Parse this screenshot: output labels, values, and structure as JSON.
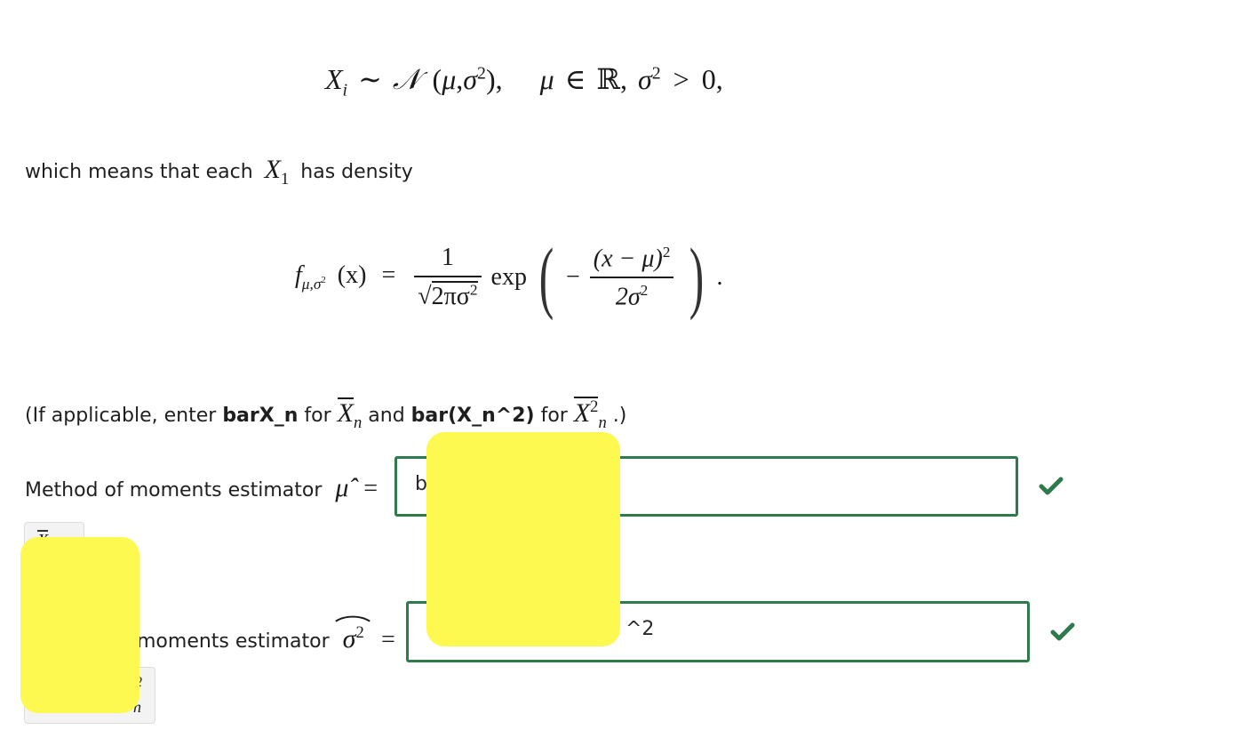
{
  "formulas": {
    "distribution": {
      "lhs": "X",
      "lhs_sub": "i",
      "sim": "∼",
      "calN": "𝒩",
      "args_open": "(",
      "mu": "μ",
      "comma": ",",
      "sigma": "σ",
      "sq": "2",
      "args_close": ")",
      "trail_comma": ",",
      "mu2": "μ",
      "in": "∈",
      "reals": "ℝ",
      "comma2": ",",
      "sigma2": "σ",
      "sq2": "2",
      "gt": ">",
      "zero": "0,"
    },
    "density": {
      "f": "f",
      "f_sub": "μ,σ",
      "f_sub_sq": "2",
      "arg": "(x)",
      "eq": "=",
      "num": "1",
      "sqrt": "√",
      "den_body": "2πσ",
      "den_sq": "2",
      "exp": "exp",
      "minus": "−",
      "inner_num": "(x − μ)",
      "inner_num_sq": "2",
      "inner_den": "2σ",
      "inner_den_sq": "2",
      "period": "."
    }
  },
  "paragraphs": {
    "density_intro_before": "which means that each",
    "density_var": "X",
    "density_var_sub": "1",
    "density_intro_after": "has density",
    "instruction_prefix": "(If applicable, enter ",
    "instruction_bold1": "barX_n",
    "instruction_for1": " for ",
    "instruction_xbar": "X",
    "instruction_xbar_sub": "n",
    "instruction_and": " and ",
    "instruction_bold2": "bar(X_n^2)",
    "instruction_for2": " for ",
    "instruction_x2bar": "X",
    "instruction_x2bar_sup": "2",
    "instruction_x2bar_sub": "n",
    "instruction_suffix": " .)"
  },
  "questions": [
    {
      "label": "Method of moments estimator",
      "symbol": "μ̂",
      "eq": "=",
      "answer_visible": "b",
      "status": "correct"
    },
    {
      "label": "moments estimator",
      "symbol": "σ",
      "symbol_sup": "2",
      "eq": "=",
      "answer_visible": "^2",
      "status": "correct"
    }
  ],
  "preview_fragments": {
    "top_glyph": "X",
    "bottom_sup": "2",
    "bottom_sub": "n"
  },
  "colors": {
    "correct_border": "#2f7a4b",
    "check": "#2f7a4b",
    "redaction": "#fdf950"
  },
  "icons": {
    "status": "checkmark-icon"
  }
}
